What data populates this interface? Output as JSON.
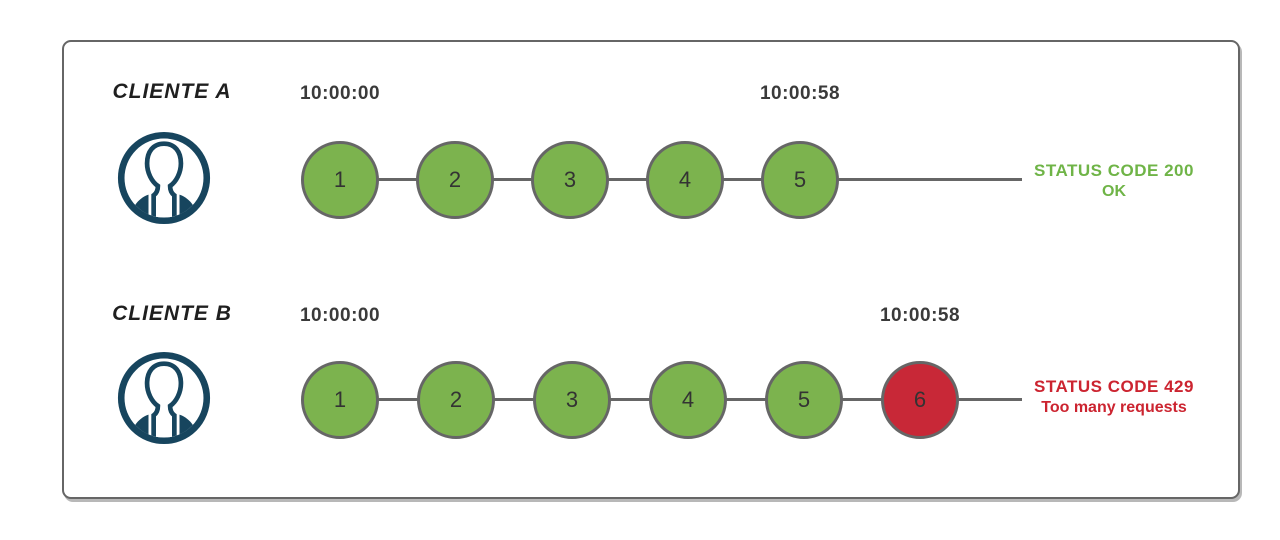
{
  "colors": {
    "success_fill": "#7CB34E",
    "error_fill": "#C82837",
    "success_text": "#6FB447",
    "error_text": "#CC2430",
    "stroke": "#666666",
    "avatar": "#17455E",
    "timestamp_text": "#3A3A3A",
    "label_text": "#1F1F1F"
  },
  "rows": [
    {
      "client_label": "CLIENTE A",
      "icon": "user-avatar-icon",
      "start_time": "10:00:00",
      "end_time": "10:00:58",
      "requests": [
        "1",
        "2",
        "3",
        "4",
        "5"
      ],
      "request_states": [
        "ok",
        "ok",
        "ok",
        "ok",
        "ok"
      ],
      "status_line1": "STATUS CODE 200",
      "status_line2": "OK",
      "status_type": "success"
    },
    {
      "client_label": "CLIENTE B",
      "icon": "user-avatar-icon",
      "start_time": "10:00:00",
      "end_time": "10:00:58",
      "requests": [
        "1",
        "2",
        "3",
        "4",
        "5",
        "6"
      ],
      "request_states": [
        "ok",
        "ok",
        "ok",
        "ok",
        "ok",
        "limited"
      ],
      "status_line1": "STATUS CODE 429",
      "status_line2": "Too many requests",
      "status_type": "error"
    }
  ]
}
